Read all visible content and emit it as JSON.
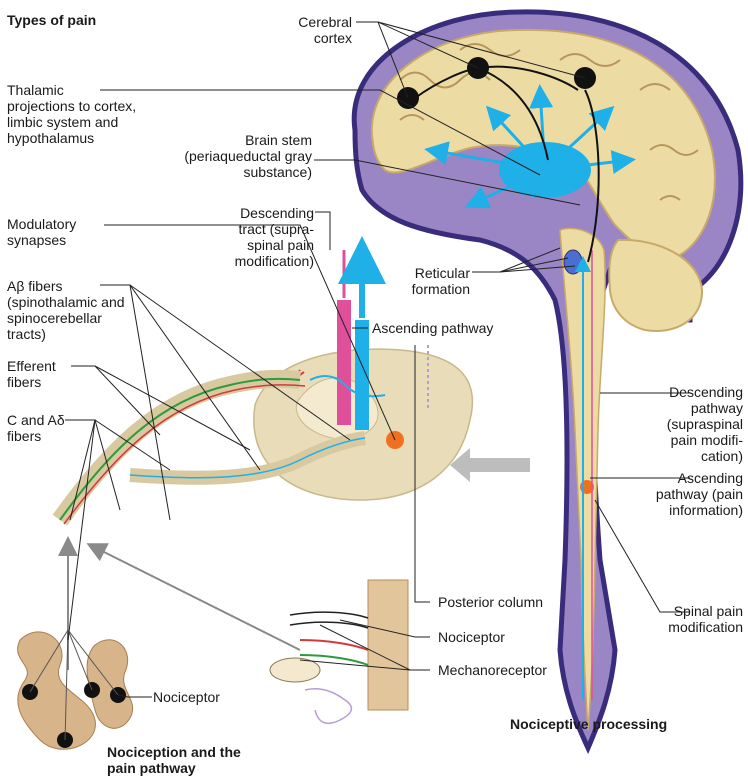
{
  "titles": {
    "types_of_pain": "Types of pain",
    "nociceptive_processing": "Nociceptive processing",
    "nociception_pathway": "Nociception and the\npain pathway"
  },
  "labels": {
    "cerebral_cortex": "Cerebral\ncortex",
    "thalamic_projections": "Thalamic\nprojections to cortex,\nlimbic system and\nhypothalamus",
    "brain_stem": "Brain stem\n(periaqueductal gray\nsubstance)",
    "descending_tract": "Descending\ntract (supra-\nspinal pain\nmodification)",
    "modulatory_synapses": "Modulatory\nsynapses",
    "reticular_formation": "Reticular\nformation",
    "abeta_fibers": "Aβ fibers\n(spinothalamic and\nspinocerebellar\ntracts)",
    "ascending_pathway_top": "Ascending pathway",
    "efferent_fibers": "Efferent\nfibers",
    "c_adelta_fibers": "C and Aδ\nfibers",
    "descending_pathway": "Descending\npathway\n(supraspinal\npain modifi-\ncation)",
    "ascending_pathway_info": "Ascending\npathway (pain\ninformation)",
    "posterior_column": "Posterior column",
    "spinal_pain_modification": "Spinal pain\nmodification",
    "nociceptor_skin": "Nociceptor",
    "mechanoreceptor": "Mechanoreceptor",
    "nociceptor_viscera": "Nociceptor"
  },
  "colors": {
    "brain_purple": "#9a86c4",
    "brain_dark_outline": "#3a2c7c",
    "cortex_tan": "#ecdca4",
    "spinal_cord_tan": "#e9dcb8",
    "nociceptive_cyan": "#1fb0e8",
    "descending_pink": "#e0509a",
    "nerve_green": "#2e9a3c",
    "spinal_modulation_orange": "#f07022",
    "intestine_tan": "#d8b48a"
  }
}
